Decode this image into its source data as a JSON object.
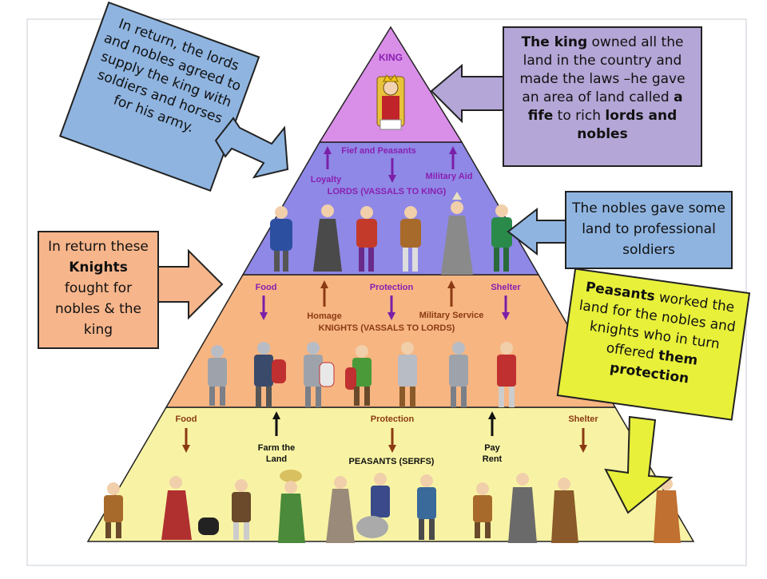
{
  "pyramid": {
    "king_tier": {
      "title": "KING"
    },
    "lords_tier": {
      "title": "LORDS (VASSALS TO KING)",
      "labels": [
        "Fief and Peasants",
        "Loyalty",
        "Military Aid"
      ]
    },
    "knights_tier": {
      "title": "KNIGHTS (VASSALS TO LORDS)",
      "labels": [
        "Food",
        "Protection",
        "Shelter",
        "Homage",
        "Military Service"
      ]
    },
    "peasants_tier": {
      "title": "PEASANTS (SERFS)",
      "labels": [
        "Food",
        "Protection",
        "Shelter",
        "Farm the Land",
        "Pay Rent"
      ]
    }
  },
  "callouts": {
    "king": {
      "parts": [
        {
          "text": "The king",
          "bold": true
        },
        {
          "text": " owned all the land in the country and made the laws –he gave an area of land called ",
          "bold": false
        },
        {
          "text": "a fife",
          "bold": true
        },
        {
          "text": " to rich ",
          "bold": false
        },
        {
          "text": "lords and nobles",
          "bold": true
        }
      ]
    },
    "lords_supply": {
      "text": "In return, the lords and nobles agreed to supply the king with soldiers and horses for his army."
    },
    "nobles_gave": {
      "text": "The nobles gave some land to professional soldiers"
    },
    "knights_fought": {
      "parts": [
        {
          "text": "In return these ",
          "bold": false
        },
        {
          "text": "Knights",
          "bold": true
        },
        {
          "text": " fought for nobles & the king",
          "bold": false
        }
      ]
    },
    "peasants_worked": {
      "parts": [
        {
          "text": "Peasants",
          "bold": true
        },
        {
          "text": " worked the land for the nobles and knights who in turn offered ",
          "bold": false
        },
        {
          "text": "them protection",
          "bold": true
        }
      ]
    }
  },
  "colors": {
    "king_tier": "#d98ee8",
    "lords_tier": "#8f88e6",
    "knights_tier": "#f7b582",
    "peasants_tier": "#f8f3a4",
    "label_purple": "#8a1fb0",
    "label_brown": "#8b3a12",
    "callout_purple": "#b4a6d6",
    "callout_blue": "#8fb4e0",
    "callout_orange": "#f7b58b",
    "callout_yellow": "#e8f03a"
  }
}
